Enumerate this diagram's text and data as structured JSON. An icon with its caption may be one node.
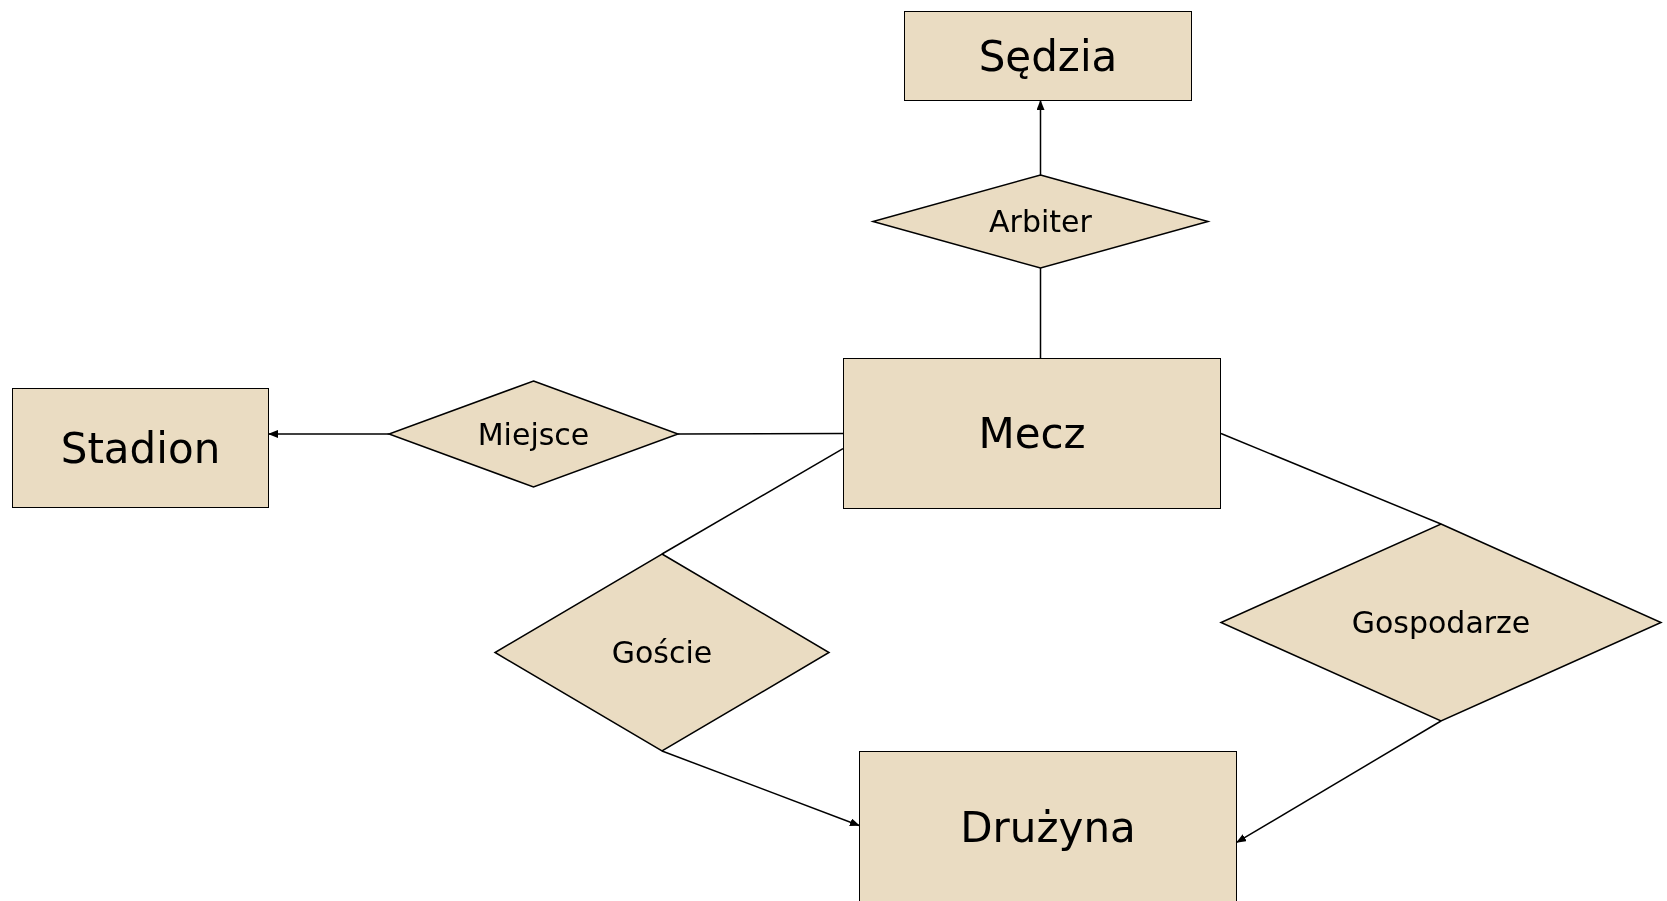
{
  "diagram": {
    "nodes": [
      {
        "text": [
          "Sędzia"
        ]
      },
      {
        "text": [
          "Arbiter"
        ]
      },
      {
        "text": [
          "Mecz"
        ]
      },
      {
        "text": [
          "Stadion"
        ]
      },
      {
        "text": [
          "Miejsce"
        ]
      },
      {
        "text": [
          "Goście"
        ]
      },
      {
        "text": [
          "Gospodarze"
        ]
      },
      {
        "text": [
          "Drużyna"
        ]
      }
    ],
    "edges": [
      {
        "from": 1,
        "to": 0,
        "arrow": "to"
      },
      {
        "from": 2,
        "to": 1,
        "arrow": "none"
      },
      {
        "from": 4,
        "to": 3,
        "arrow": "to"
      },
      {
        "from": 2,
        "to": 4,
        "arrow": "none"
      },
      {
        "from": 2,
        "to": 5,
        "arrow": "none"
      },
      {
        "from": 5,
        "to": 7,
        "arrow": "to"
      },
      {
        "from": 2,
        "to": 6,
        "arrow": "none"
      },
      {
        "from": 6,
        "to": 7,
        "arrow": "to"
      }
    ]
  }
}
